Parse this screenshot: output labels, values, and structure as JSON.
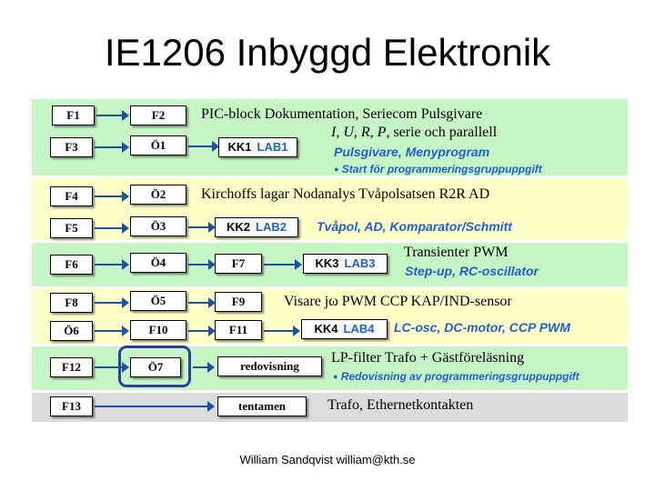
{
  "title": "IE1206 Inbyggd Elektronik",
  "bands": [
    {
      "color": "#c6f5c6"
    },
    {
      "color": "#ffffc8"
    },
    {
      "color": "#c6f5c6"
    },
    {
      "color": "#ffffc8"
    },
    {
      "color": "#c6f5c6"
    },
    {
      "color": "#dcdcdc"
    }
  ],
  "boxes": {
    "f1": "F1",
    "f2": "F2",
    "f3": "F3",
    "o1": "Ö1",
    "f4": "F4",
    "o2": "Ö2",
    "f5": "F5",
    "o3": "Ö3",
    "f6": "F6",
    "o4": "Ö4",
    "f7": "F7",
    "f8": "F8",
    "o5": "Ö5",
    "f9": "F9",
    "o6": "Ö6",
    "f10": "F10",
    "f11": "F11",
    "f12": "F12",
    "o7": "Ö7",
    "redovisning": "redovisning",
    "f13": "F13",
    "tentamen": "tentamen"
  },
  "labs": [
    {
      "kk": "KK1",
      "lab": "LAB1"
    },
    {
      "kk": "KK2",
      "lab": "LAB2"
    },
    {
      "kk": "KK3",
      "lab": "LAB3"
    },
    {
      "kk": "KK4",
      "lab": "LAB4"
    }
  ],
  "texts": {
    "row1": "PIC-block Dokumentation, Seriecom Pulsgivare",
    "row1b_vars": "I, U, R, P",
    "row1b_rest": ", serie och parallell",
    "row1_blue": "Pulsgivare, Menyprogram",
    "row1_bullet": "Start för programmeringsgruppuppgift",
    "row2": "Kirchoffs lagar Nodanalys Tvåpolsatsen R2R AD",
    "row2_blue": "Tvåpol, AD, Komparator/Schmitt",
    "row3": "Transienter PWM",
    "row3_blue": "Step-up, RC-oscillator",
    "row4_pre": "Visare  j",
    "row4_omega": "ω",
    "row4_post": " PWM CCP KAP/IND-sensor",
    "row4_blue": "LC-osc, DC-motor, CCP PWM",
    "row5": "LP-filter Trafo + Gästföreläsning",
    "row5_bullet": "Redovisning av programmeringsgruppuppgift",
    "row6": "Trafo, Ethernetkontakten"
  },
  "bullet_glyph": "●",
  "footer": "William Sandqvist  william@kth.se"
}
